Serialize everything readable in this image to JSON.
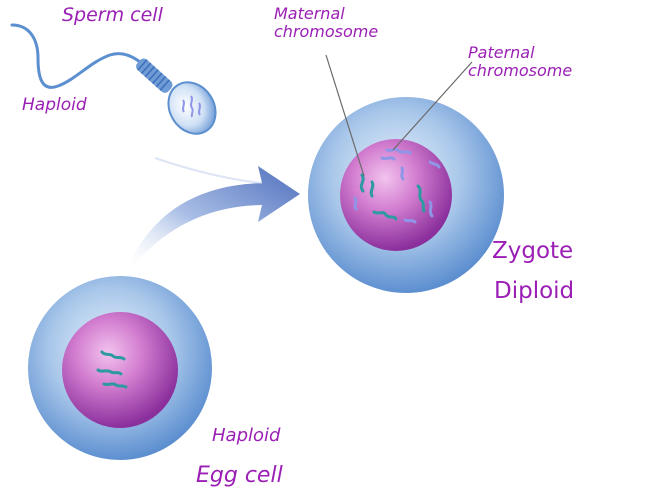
{
  "labels": {
    "sperm_cell": "Sperm cell",
    "sperm_haploid": "Haploid",
    "maternal_line1": "Maternal",
    "maternal_line2": "chromosome",
    "paternal_line1": "Paternal",
    "paternal_line2": "chromosome",
    "zygote": "Zygote",
    "diploid": "Diploid",
    "egg_haploid": "Haploid",
    "egg_cell": "Egg cell"
  },
  "colors": {
    "label": "#9b1fb5",
    "cytoplasm_outer": "#5d8fd0",
    "cytoplasm_inner": "#cfe0f4",
    "nucleus_outer": "#8a2f9c",
    "nucleus_inner": "#e9a2e5",
    "chromosome_maternal": "#2c9aa0",
    "chromosome_paternal": "#8f96e8",
    "arrow": "#5f7fc8",
    "sperm_body": "#6e9bd6",
    "sperm_tail": "#5b8fcf"
  },
  "icons": {
    "sperm": "sperm-cell-icon",
    "egg": "egg-cell-icon",
    "zygote": "zygote-cell-icon",
    "arrow": "fertilization-arrow-icon"
  }
}
